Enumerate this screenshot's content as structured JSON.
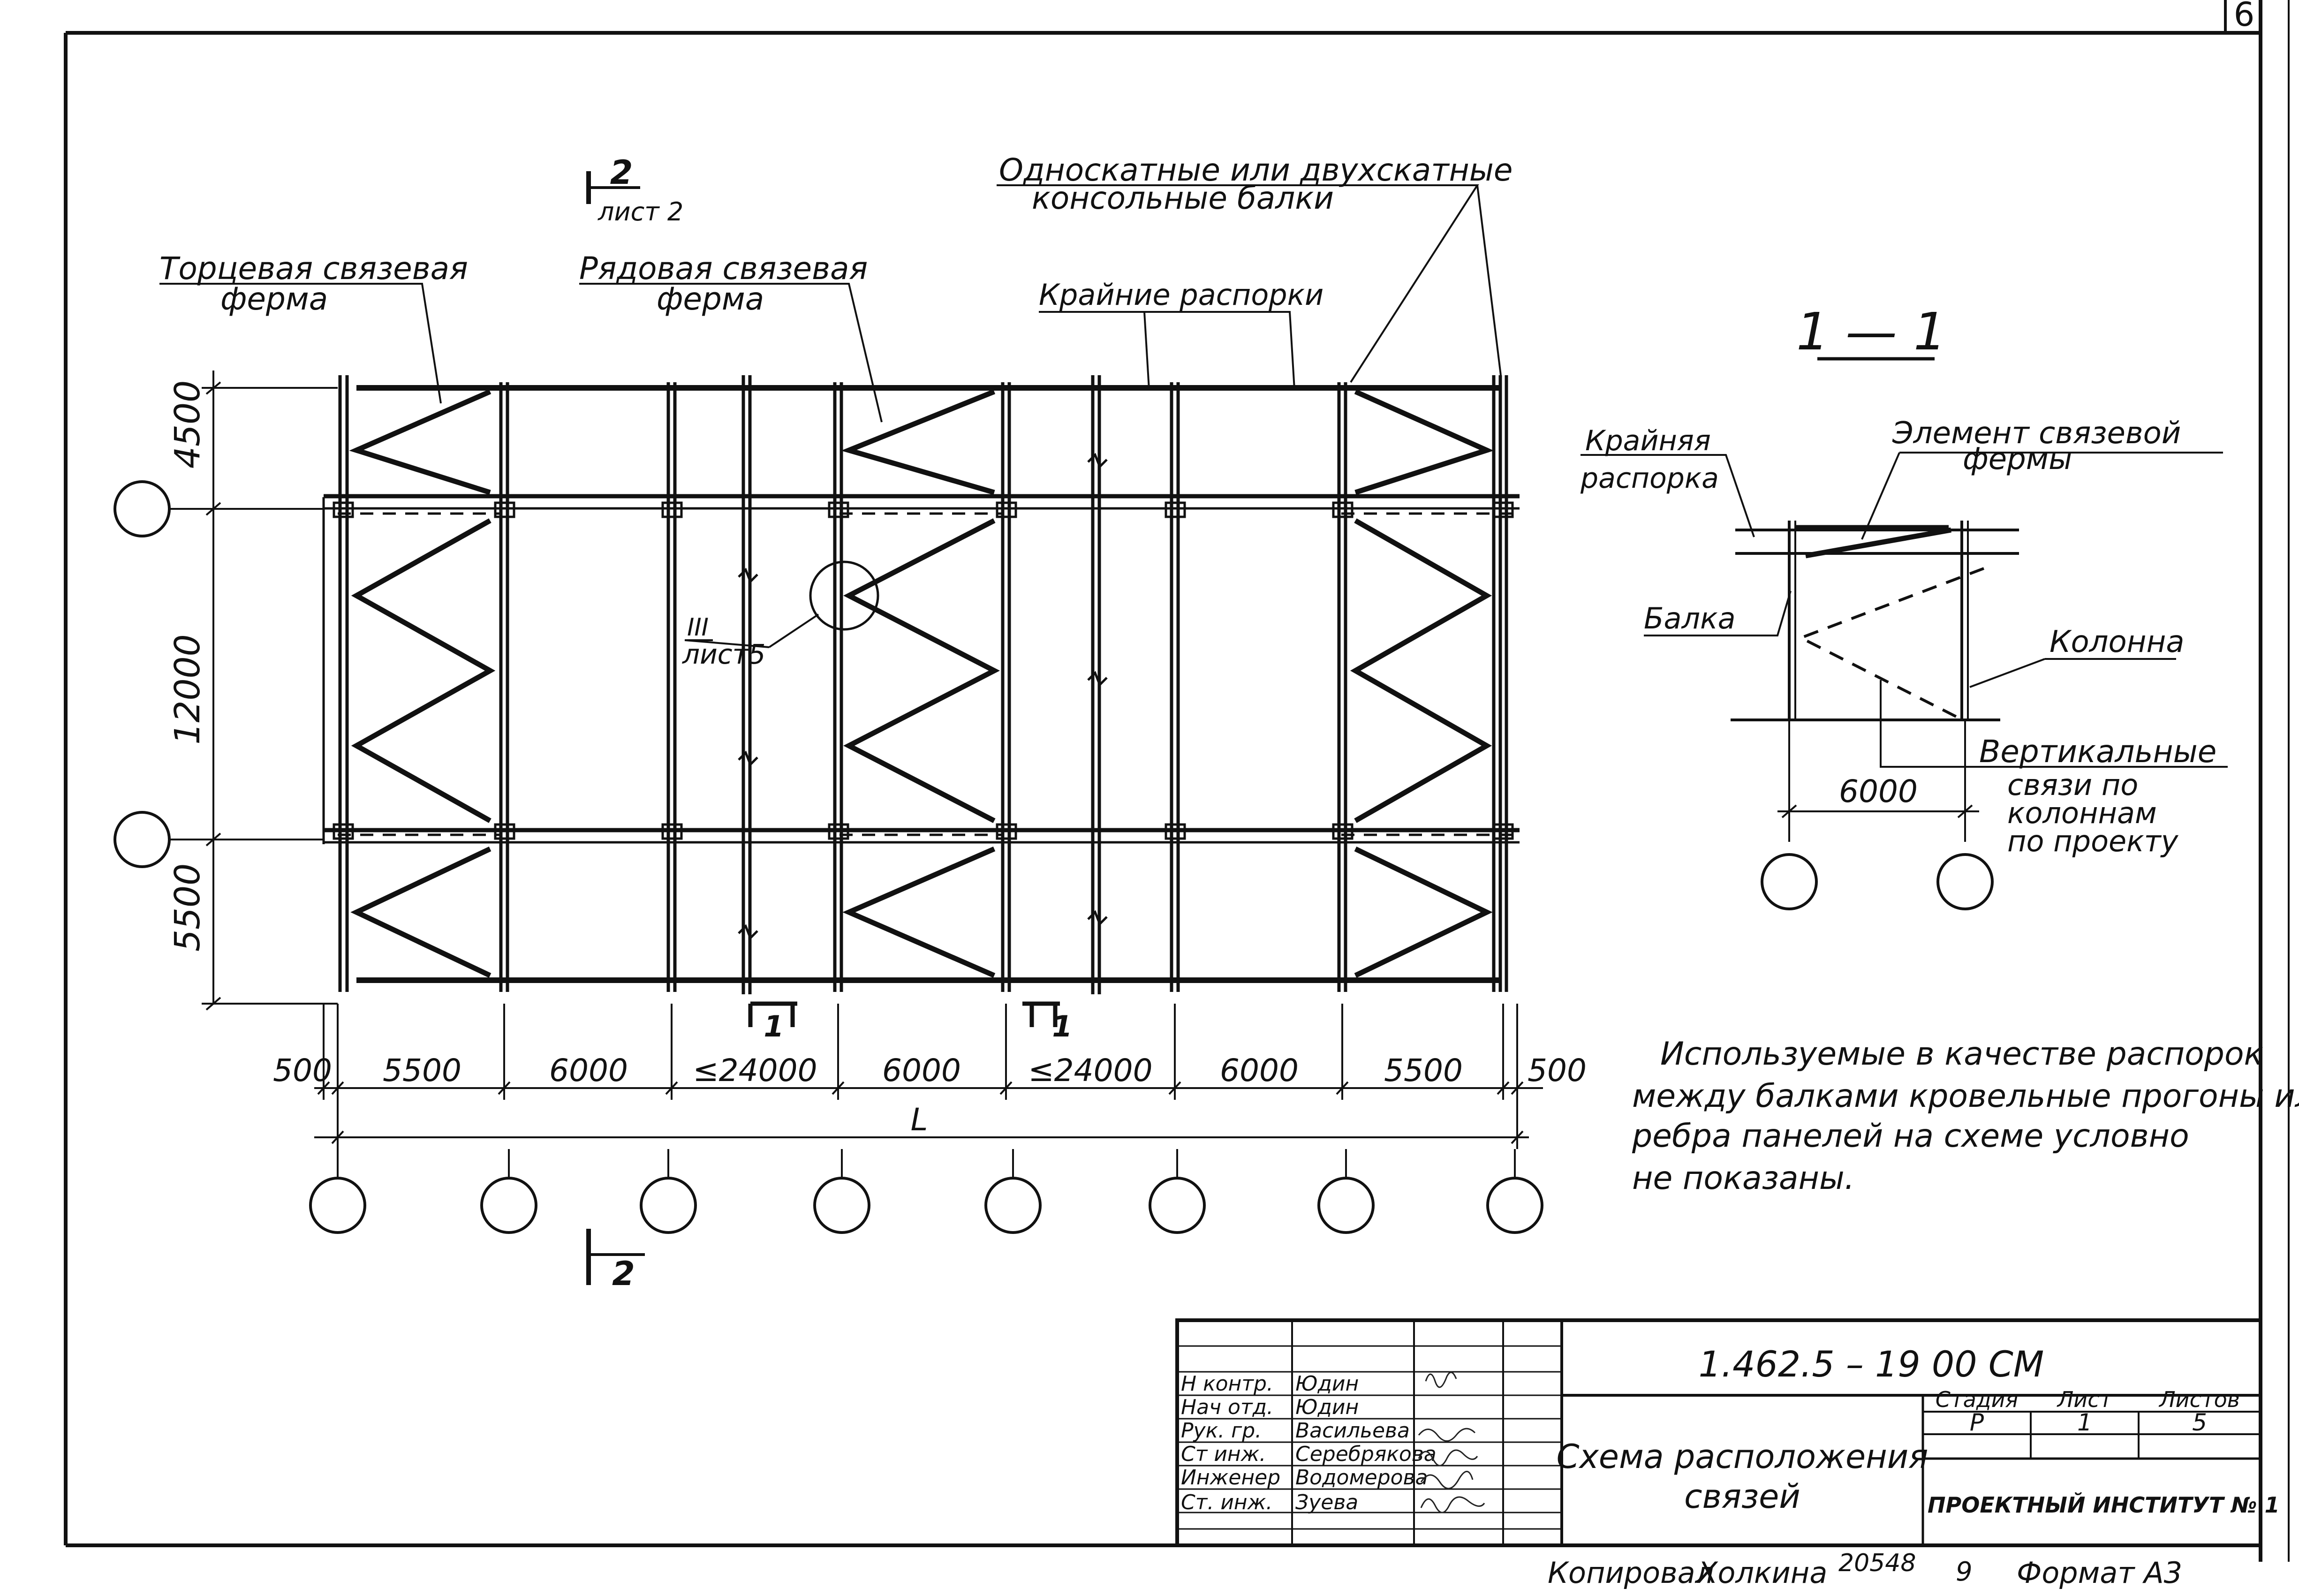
{
  "sheet_corner": "6",
  "labels": {
    "cut_2_num": "2",
    "cut_2_sheet": "лист 2",
    "cut_2_bottom": "2",
    "end_truss_l1": "Торцевая связевая",
    "end_truss_l2": "ферма",
    "row_truss_l1": "Рядовая связевая",
    "row_truss_l2": "ферма",
    "beams_l1": "Односкатные или двухскатные",
    "beams_l2": "консольные балки",
    "edge_struts": "Крайние распорки",
    "detail_num": "III",
    "detail_sheet": "лист5",
    "cut1_left": "1",
    "cut1_right": "1"
  },
  "dims_vertical": [
    "4500",
    "12000",
    "5500"
  ],
  "dims_horizontal": [
    "500",
    "5500",
    "6000",
    "≤24000",
    "6000",
    "≤24000",
    "6000",
    "5500",
    "500"
  ],
  "dim_total": "L",
  "section": {
    "title": "1 — 1",
    "edge_strut_l1": "Крайняя",
    "edge_strut_l2": "распорка",
    "truss_element_l1": "Элемент связевой",
    "truss_element_l2": "фермы",
    "beam": "Балка",
    "column": "Колонна",
    "vertical_l1": "Вертикальные",
    "vertical_l2": "связи по",
    "vertical_l3": "колоннам",
    "vertical_l4": "по проекту",
    "span": "6000"
  },
  "note": {
    "l1": "Используемые в качестве распорок",
    "l2": "между балками кровельные прогоны или",
    "l3": "ребра панелей на схеме условно",
    "l4": "не показаны."
  },
  "title_block": {
    "code": "1.462.5 – 19 00 СМ",
    "title_l1": "Схема расположения",
    "title_l2": "связей",
    "stage_h": "Стадия",
    "sheet_h": "Лист",
    "sheets_h": "Листов",
    "stage_v": "Р",
    "sheet_v": "1",
    "sheets_v": "5",
    "org": "ПРОЕКТНЫЙ ИНСТИТУТ № 1",
    "rows": [
      {
        "role": "Н контр.",
        "name": "Юдин"
      },
      {
        "role": "Нач отд.",
        "name": "Юдин"
      },
      {
        "role": "Рук. гр.",
        "name": "Васильева"
      },
      {
        "role": "Ст инж.",
        "name": "Серебрякова"
      },
      {
        "role": "Инженер",
        "name": "Водомерова"
      },
      {
        "role": "Ст. инж.",
        "name": "Зуева"
      }
    ]
  },
  "footer": {
    "copied": "Копировал",
    "copier": "Холкина",
    "number": "20548",
    "num2": "9",
    "format": "Формат А3"
  }
}
